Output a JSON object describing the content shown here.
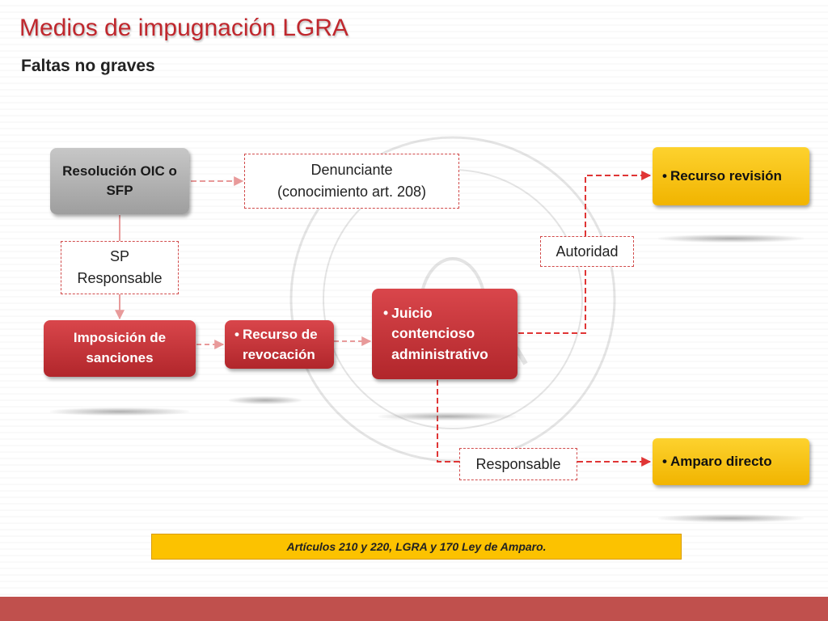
{
  "slide": {
    "title": "Medios de impugnación LGRA",
    "subtitle": "Faltas no graves"
  },
  "nodes": {
    "resolucion": "Resolución OIC o SFP",
    "denunciante_line1": "Denunciante",
    "denunciante_line2": "(conocimiento art. 208)",
    "sp_line1": "SP",
    "sp_line2": "Responsable",
    "imposicion": "Imposición de sanciones",
    "recurso_revocacion": "Recurso de revocación",
    "juicio": "Juicio contencioso administrativo",
    "autoridad": "Autoridad",
    "responsable": "Responsable",
    "recurso_revision": "Recurso revisión",
    "amparo_directo": "Amparo directo"
  },
  "bullet_glyph": "•",
  "footer": {
    "note": "Artículos 210 y 220, LGRA y 170 Ley de Amparo."
  },
  "colors": {
    "title_red": "#c0272d",
    "box_red": "#c0272d",
    "box_gray": "#a6a6a6",
    "box_yellow": "#fcc200",
    "connector": "#e03535",
    "bottom_bar": "#c0504d"
  }
}
